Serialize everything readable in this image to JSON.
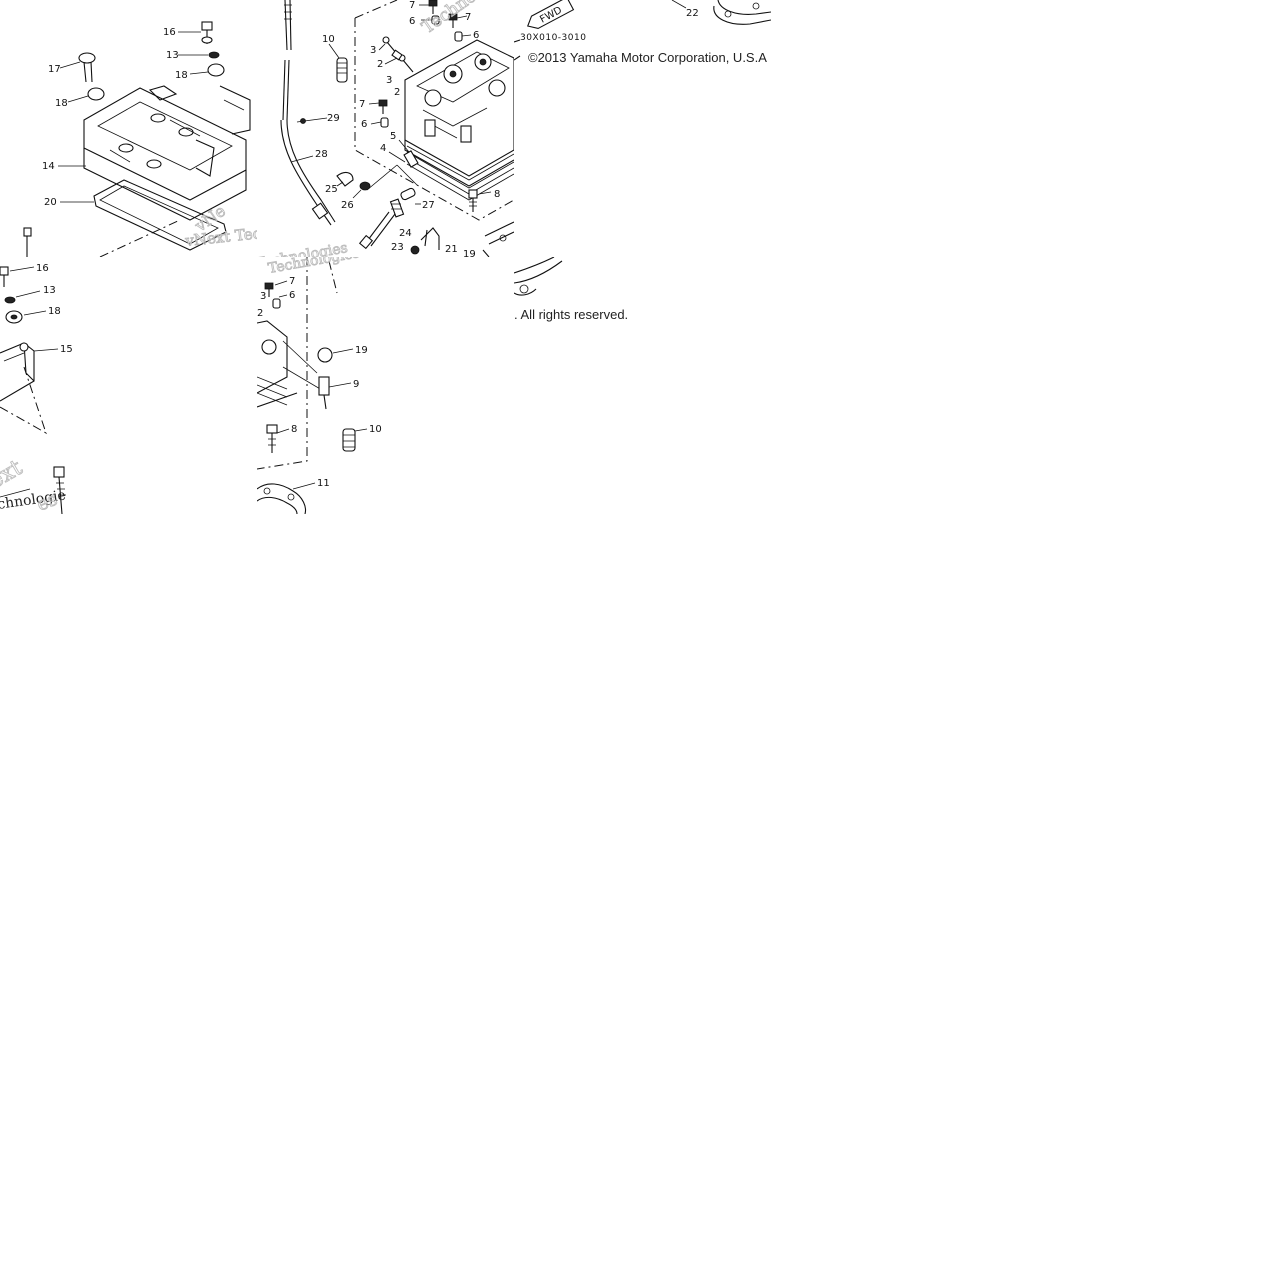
{
  "copyright_line": "©2013 Yamaha Motor Corporation, U.S.A",
  "rights_line": ". All rights reserved.",
  "diagram_code": "30X010-3010",
  "fwd_tag": "FWD",
  "watermark": {
    "brand_a": "vNext Tec",
    "brand_b": "Technologies",
    "brand_c": "vNe",
    "brand_d": "Techno",
    "brand_e": "ext",
    "brand_f": "chnologie"
  },
  "callouts": {
    "t1": [
      "16",
      "13",
      "17",
      "18",
      "18",
      "14",
      "20"
    ],
    "t2": [
      "7",
      "6",
      "7",
      "6",
      "10",
      "3",
      "2",
      "3",
      "2",
      "7",
      "6",
      "29",
      "5",
      "4",
      "28",
      "25",
      "26",
      "27",
      "24",
      "23",
      "21",
      "8",
      "19"
    ],
    "t3": [
      "22"
    ],
    "t4": [
      "16",
      "13",
      "18",
      "15"
    ],
    "t5": [
      "7",
      "3",
      "6",
      "2",
      "19",
      "9",
      "8",
      "10",
      "11"
    ]
  },
  "colors": {
    "ink": "#111111",
    "watermark": "#bdbdbd",
    "background": "#ffffff"
  }
}
